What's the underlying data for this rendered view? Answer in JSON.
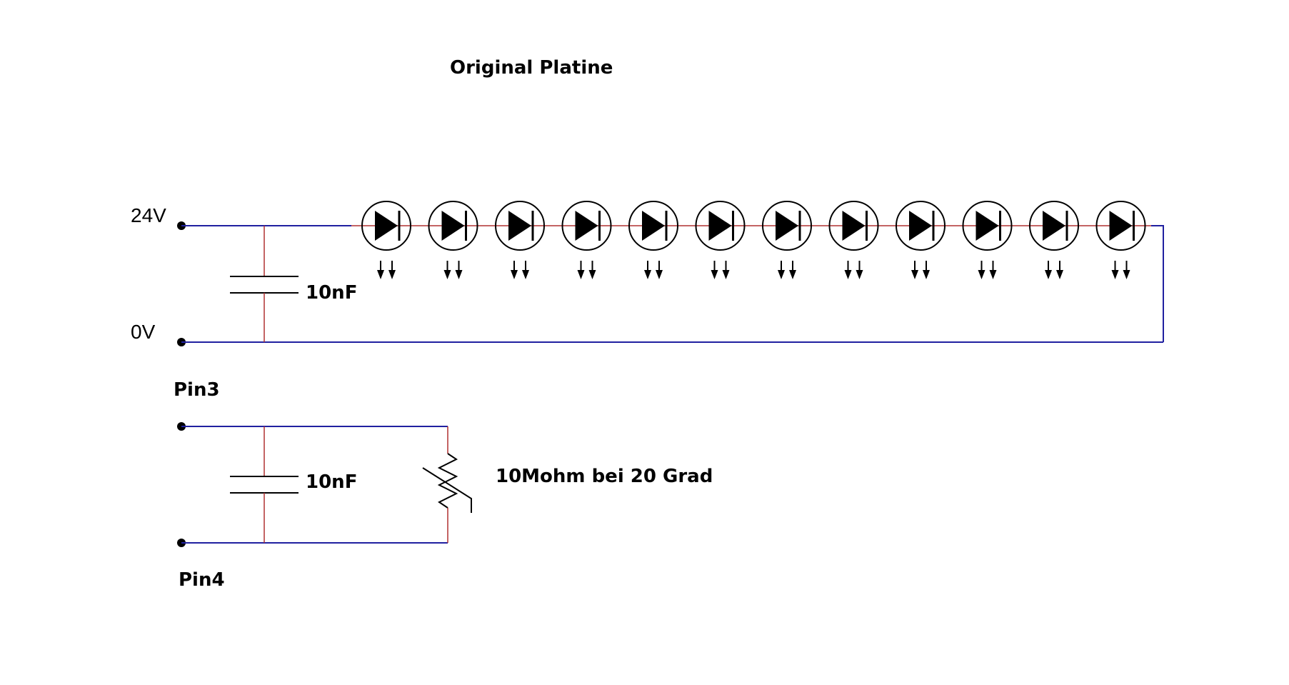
{
  "title": "Original Platine",
  "supply": {
    "positive_label": "24V",
    "ground_label": "0V"
  },
  "led_string": {
    "count": 12,
    "capacitor_label": "10nF"
  },
  "sensor": {
    "pin_top_label": "Pin3",
    "pin_bottom_label": "Pin4",
    "capacitor_label": "10nF",
    "thermistor_label": "10Mohm bei 20 Grad"
  },
  "colors": {
    "wire_supply": "#2020a0",
    "wire_component": "#b03030",
    "symbol": "#000000"
  }
}
